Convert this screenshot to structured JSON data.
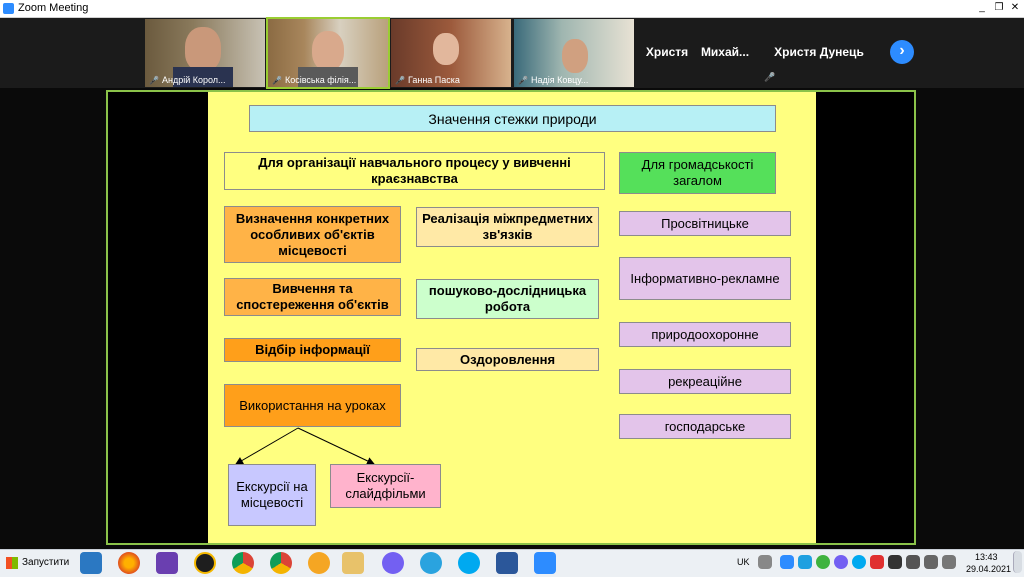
{
  "window": {
    "title": "Zoom Meeting"
  },
  "participants": [
    {
      "name": "Андрій Корол..."
    },
    {
      "name": "Косівська філія..."
    },
    {
      "name": "Ганна Паска"
    },
    {
      "name": "Надія Ковцу..."
    }
  ],
  "text_participants": [
    "Христя",
    "Михай...",
    "Христя Дунець"
  ],
  "slide": {
    "title": "Значення стежки природи",
    "left_header": "Для організації навчального процесу у вивченні краєзнавства",
    "right_header": "Для громадськості загалом",
    "col1": [
      "Визначення конкретних особливих об'єктів місцевості",
      "Вивчення та спостереження об'єктів",
      "Відбір інформації",
      "Використання на уроках"
    ],
    "col2": [
      "Реалізація міжпредметних зв'язків",
      "пошуково-дослідницька робота",
      "Оздоровлення"
    ],
    "col3": [
      "Просвітницьке",
      "Інформативно-рекламне",
      "природоохоронне",
      "рекреаційне",
      "господарське"
    ],
    "bottom": [
      "Екскурсії на місцевості",
      "Екскурсії-слайдфільми"
    ]
  },
  "taskbar": {
    "start_label": "Запустити",
    "language": "UK",
    "time": "13:43",
    "date": "29.04.2021"
  }
}
